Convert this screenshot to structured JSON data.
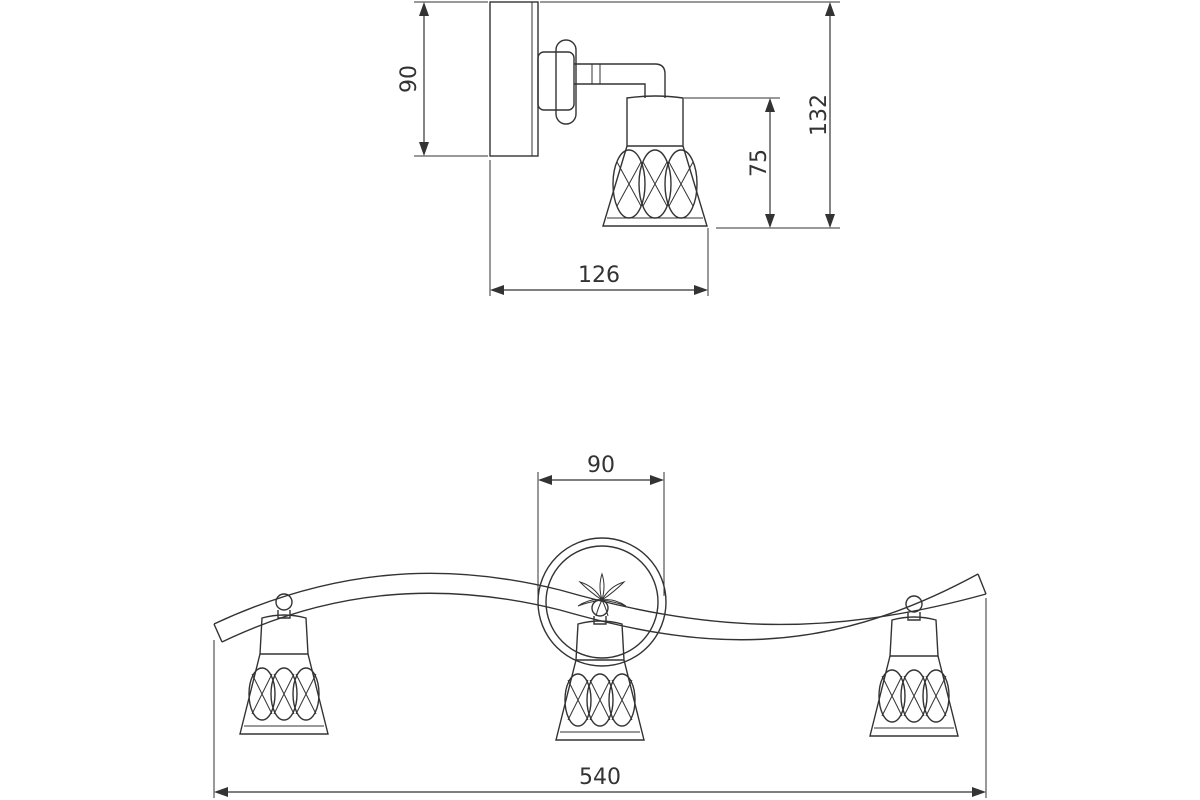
{
  "side_view": {
    "dim_width": "126",
    "dim_mount_height": "90",
    "dim_shade_height": "75",
    "dim_total_height": "132"
  },
  "front_view": {
    "dim_overall_width": "540",
    "dim_base_diameter": "90"
  }
}
